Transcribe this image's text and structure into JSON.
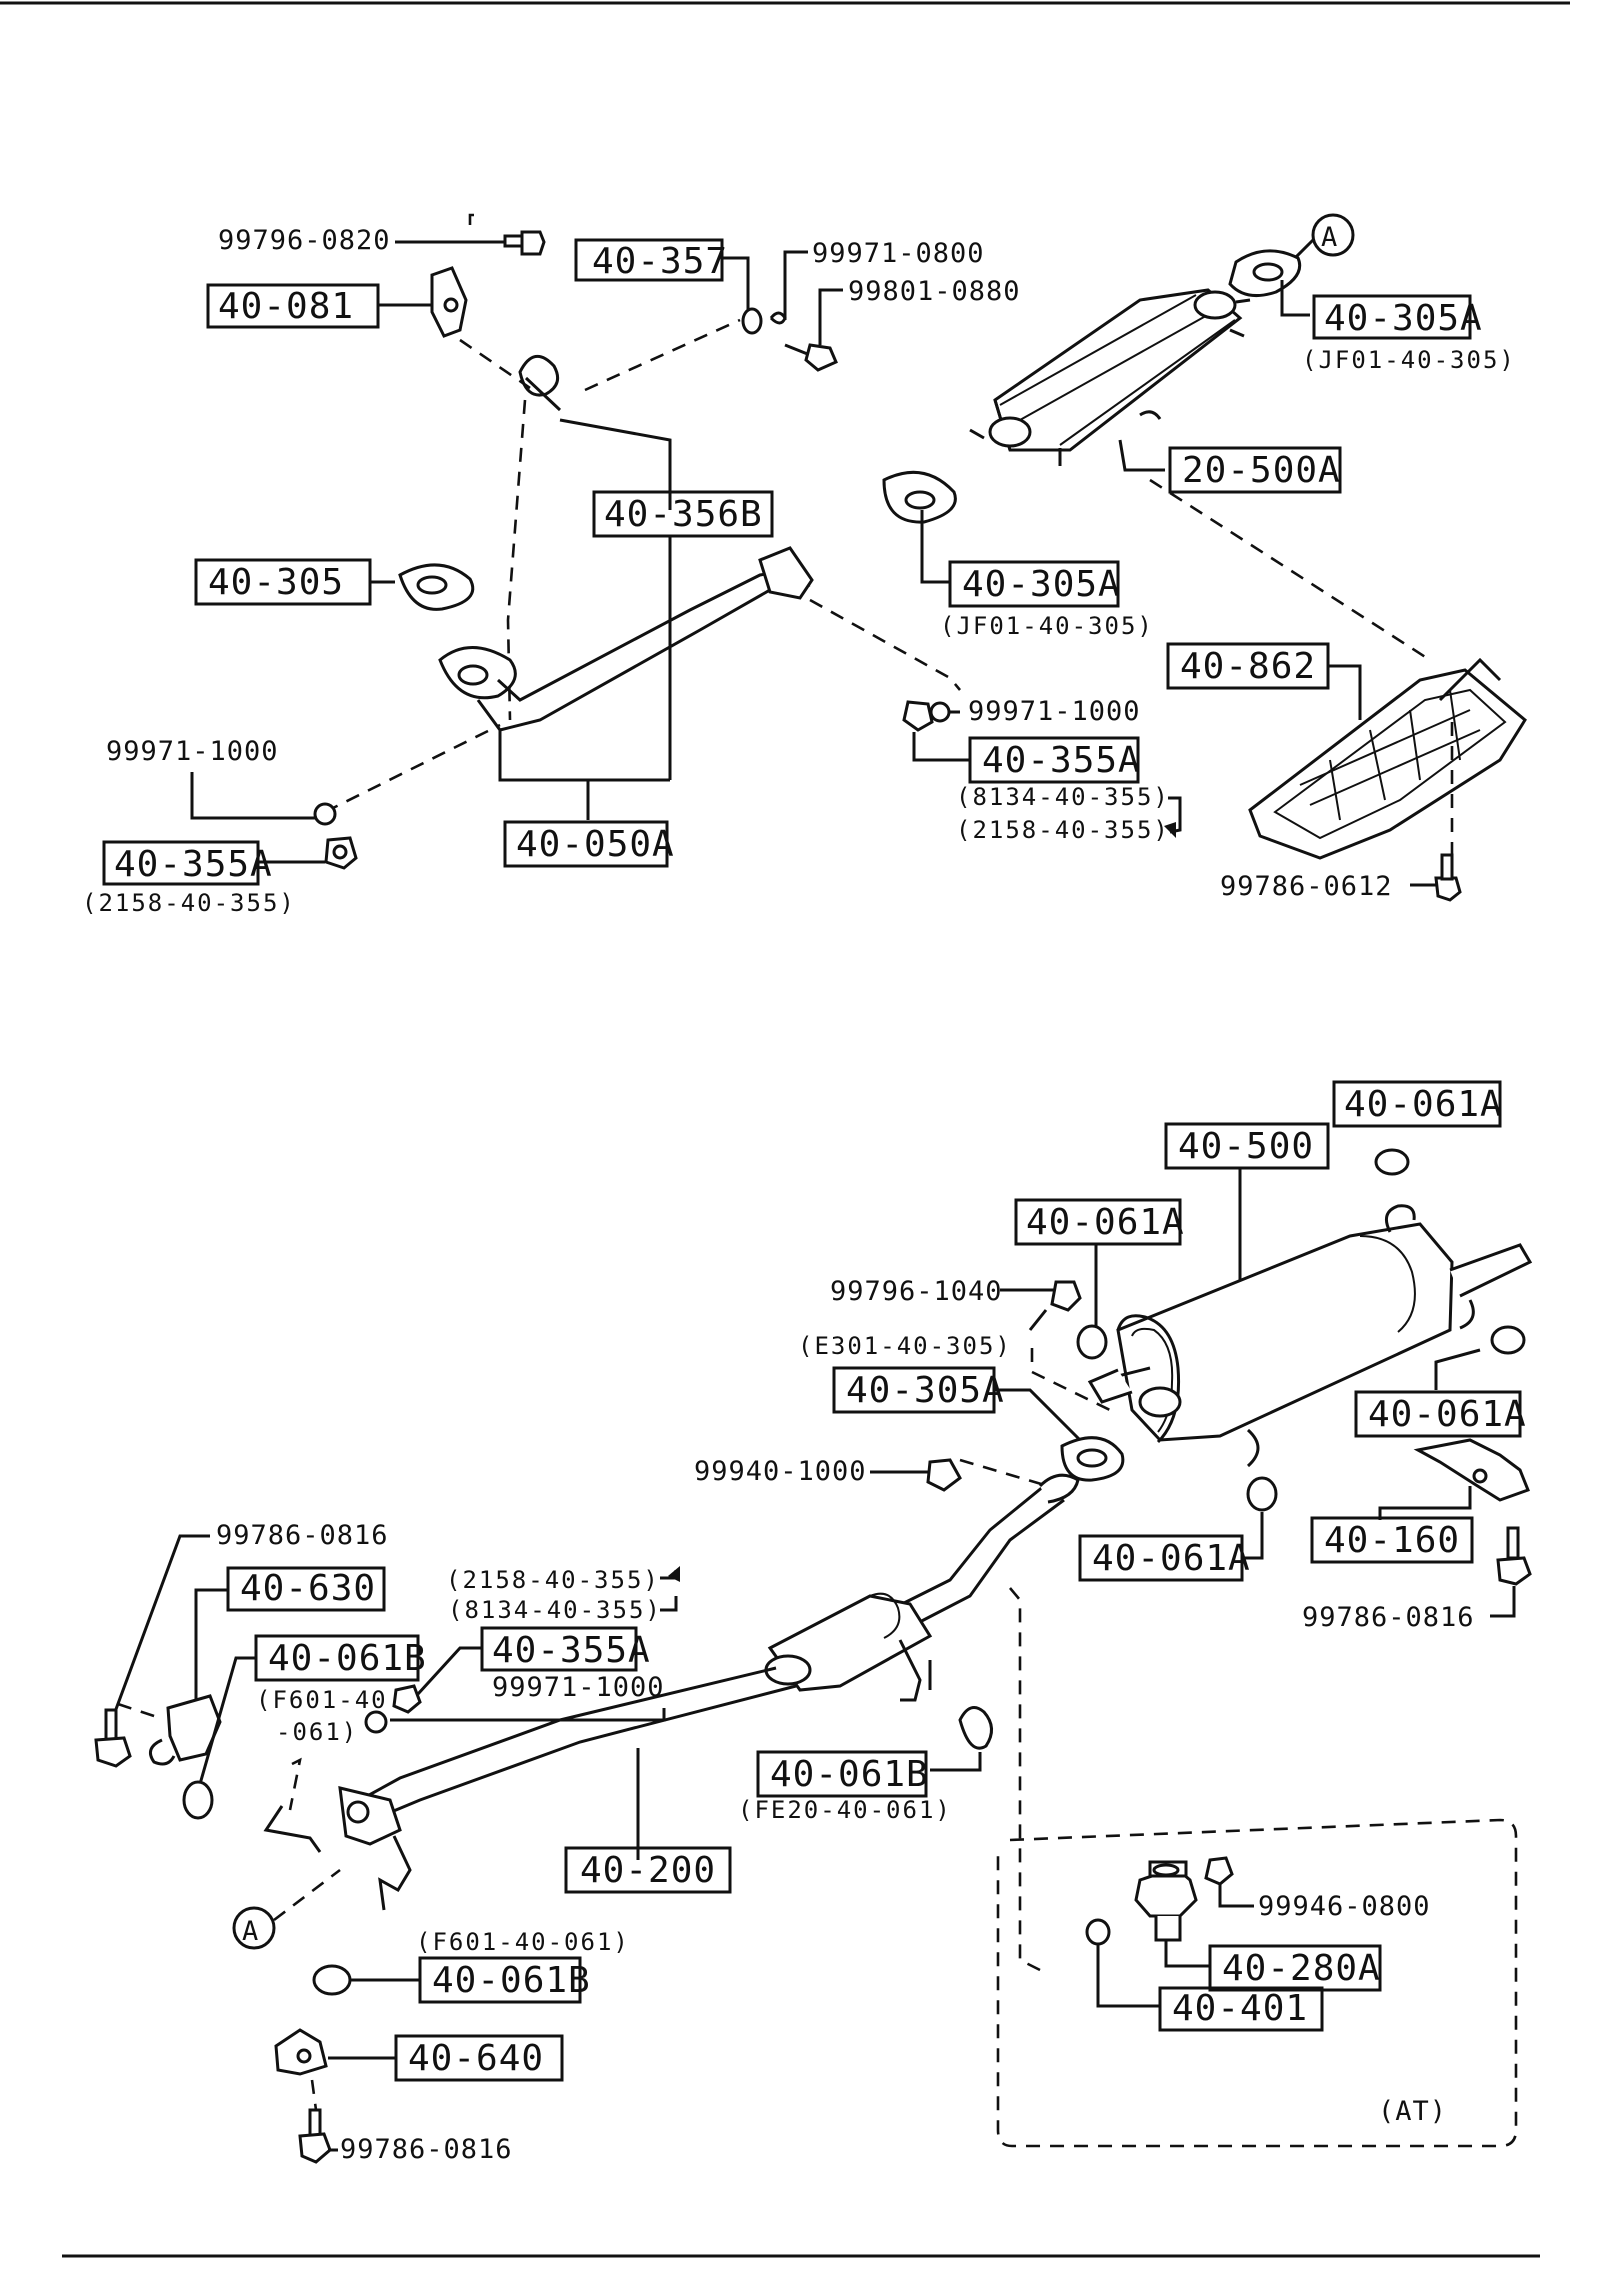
{
  "diagram": {
    "upper": {
      "labels": {
        "p99796_0820": "99796-0820",
        "p40_357": "40-357",
        "p99971_0800": "99971-0800",
        "p99801_0880": "99801-0880",
        "p40_081": "40-081",
        "p40_305A_top": "40-305A",
        "p40_305A_top_note": "(JF01-40-305)",
        "callout_A_top": "A",
        "p20_500A": "20-500A",
        "p40_356B": "40-356B",
        "p40_305": "40-305",
        "p40_305A_mid": "40-305A",
        "p40_305A_mid_note": "(JF01-40-305)",
        "p40_862": "40-862",
        "p99971_1000_right": "99971-1000",
        "p40_355A_right": "40-355A",
        "p40_355A_right_note1": "(8134-40-355)",
        "p40_355A_right_note2": "(2158-40-355)",
        "p99786_0612": "99786-0612",
        "p99971_1000_left": "99971-1000",
        "p40_355A_left": "40-355A",
        "p40_355A_left_note": "(2158-40-355)",
        "p40_050A": "40-050A"
      }
    },
    "lower": {
      "labels": {
        "p40_061A_1": "40-061A",
        "p40_500": "40-500",
        "p40_061A_2": "40-061A",
        "p99796_1040": "99796-1040",
        "p40_305A_note": "(E301-40-305)",
        "p40_305A": "40-305A",
        "p40_061A_3": "40-061A",
        "p99940_1000": "99940-1000",
        "p40_160": "40-160",
        "p40_061A_4": "40-061A",
        "p99786_0816_a": "99786-0816",
        "p99786_0816_b": "99786-0816",
        "p40_630": "40-630",
        "p40_355A_note1": "(2158-40-355)",
        "p40_355A_note2": "(8134-40-355)",
        "p40_355A": "40-355A",
        "p40_061B_1": "40-061B",
        "p40_061B_1_note_a": "(F601-40",
        "p40_061B_1_note_b": "-061)",
        "p99971_1000": "99971-1000",
        "p40_061B_2": "40-061B",
        "p40_061B_2_note": "(FE20-40-061)",
        "p40_200": "40-200",
        "callout_A_bottom": "A",
        "p40_061B_3_note": "(F601-40-061)",
        "p40_061B_3": "40-061B",
        "p40_640": "40-640",
        "p99786_0816_c": "99786-0816",
        "p99946_0800": "99946-0800",
        "p40_280A": "40-280A",
        "p40_401": "40-401",
        "at_label": "(AT)"
      }
    }
  }
}
